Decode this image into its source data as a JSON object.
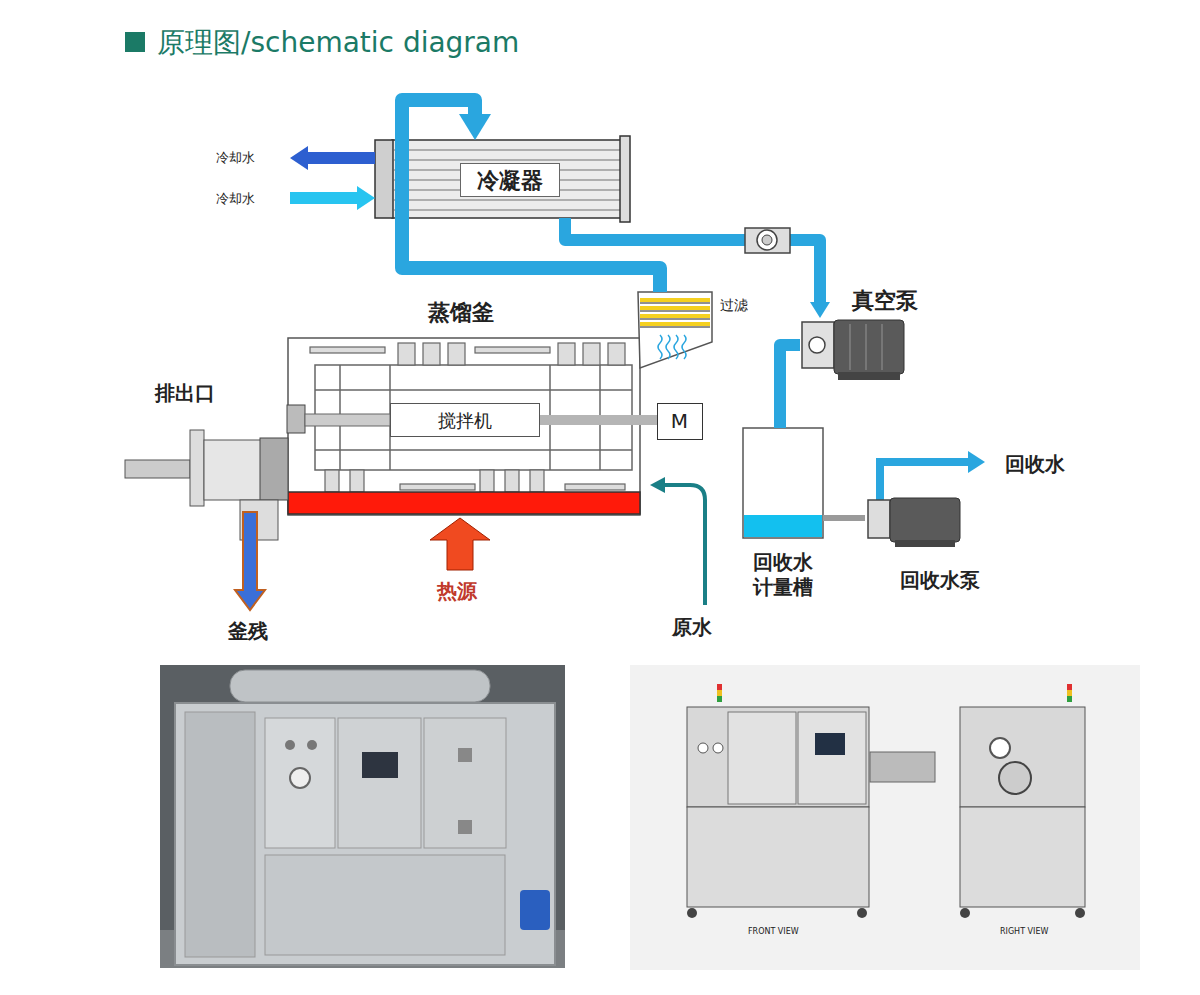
{
  "diagram": {
    "title": "原理图/schematic diagram",
    "nodes": [
      {
        "text": [
          "冷凝器"
        ]
      },
      {
        "text": [
          "过滤"
        ]
      },
      {
        "text": [
          "真空泵"
        ]
      },
      {
        "text": [
          "蒸馏釜"
        ]
      },
      {
        "text": [
          "排出口"
        ]
      },
      {
        "text": [
          "搅拌机"
        ],
        "in": 3
      },
      {
        "text": [
          "M"
        ]
      },
      {
        "text": [
          "回收水 计量槽"
        ]
      },
      {
        "text": [
          "回收水泵"
        ]
      }
    ],
    "edges": [
      {
        "from": 1,
        "to": 0,
        "arrow": "to"
      },
      {
        "from": 0,
        "to": 2,
        "arrow": "to"
      },
      {
        "from": 2,
        "to": 7,
        "arrow": "none"
      },
      {
        "from": 7,
        "to": 8,
        "arrow": "none"
      },
      {
        "from": 5,
        "to": 6,
        "arrow": "none"
      }
    ],
    "labels": [
      "冷却水",
      "冷却水",
      "釜残",
      "热源",
      "原水",
      "回收水",
      "FRONT VIEW",
      "RIGHT VIEW"
    ]
  }
}
